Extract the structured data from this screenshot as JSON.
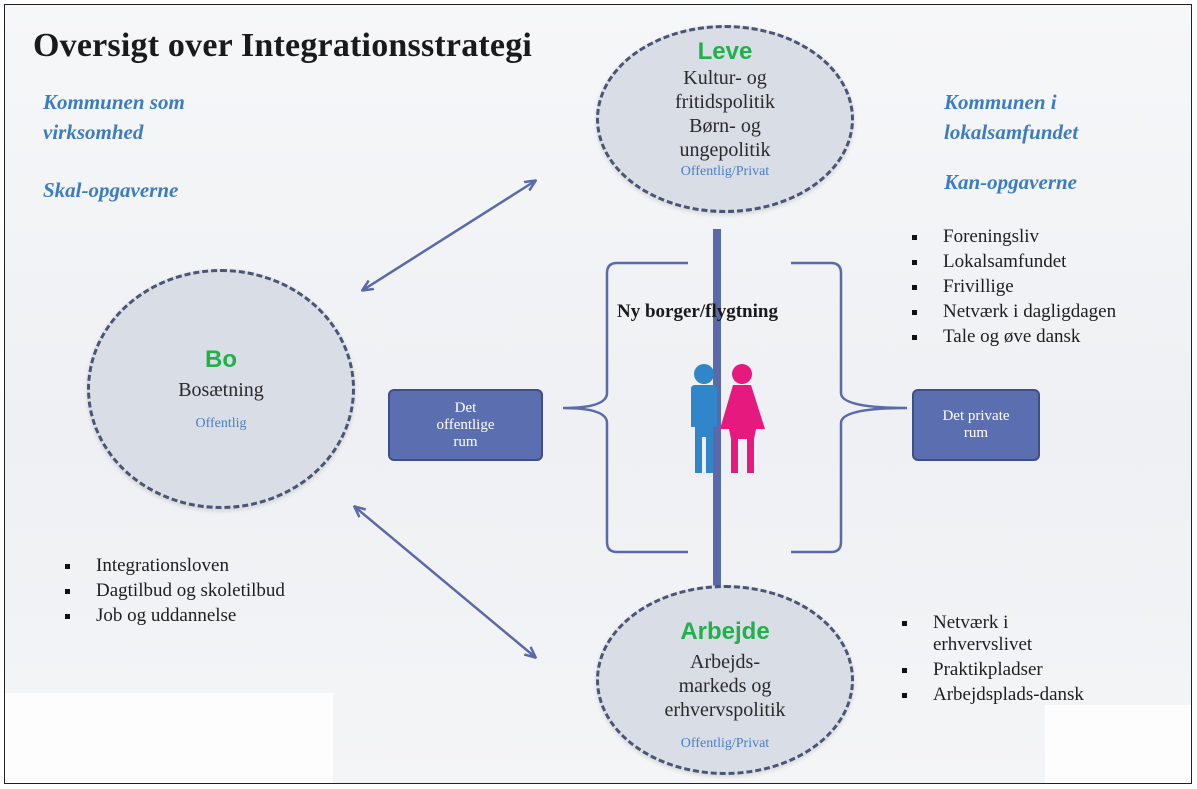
{
  "title": "Oversigt over Integrationsstrategi",
  "left_header": {
    "line1": "Kommunen som",
    "line2": "virksomhed",
    "tasks": "Skal-opgaverne"
  },
  "right_header": {
    "line1": "Kommunen i",
    "line2": "lokalsamfundet",
    "tasks": "Kan-opgaverne"
  },
  "circles": {
    "leve": {
      "heading": "Leve",
      "lines": [
        "Kultur- og",
        "fritidspolitik",
        "Børn- og",
        "ungepolitik"
      ],
      "sector": "Offentlig/Privat"
    },
    "bo": {
      "heading": "Bo",
      "lines": [
        "Bosætning"
      ],
      "sector": "Offentlig"
    },
    "arbejde": {
      "heading": "Arbejde",
      "lines": [
        "Arbejds-",
        "markeds og",
        "erhvervspolitik"
      ],
      "sector": "Offentlig/Privat"
    }
  },
  "center_label": "Ny borger/flygtning",
  "public_room": [
    "Det",
    "offentlige",
    "rum"
  ],
  "private_room": [
    "Det private",
    "rum"
  ],
  "right_list": [
    "Foreningsliv",
    "Lokalsamfundet",
    "Frivillige",
    "Netværk i dagligdagen",
    "Tale og øve dansk"
  ],
  "left_list": [
    "Integrationsloven",
    "Dagtilbud og skoletilbud",
    "Job og uddannelse"
  ],
  "bottom_right_list": [
    "Netværk i erhvervslivet",
    "Praktikpladser",
    "Arbejdsplads-dansk"
  ],
  "colors": {
    "heading_green": "#22b04b",
    "side_blue": "#3d7dbf",
    "circle_fill": "#d9dde6",
    "room_box": "#5b6eb0",
    "line_blue": "#5a6aa8",
    "man_blue": "#2f86c8",
    "woman_pink": "#e6197f"
  },
  "icons": {
    "people": "man-and-woman-icon",
    "arrows": "double-arrow"
  }
}
